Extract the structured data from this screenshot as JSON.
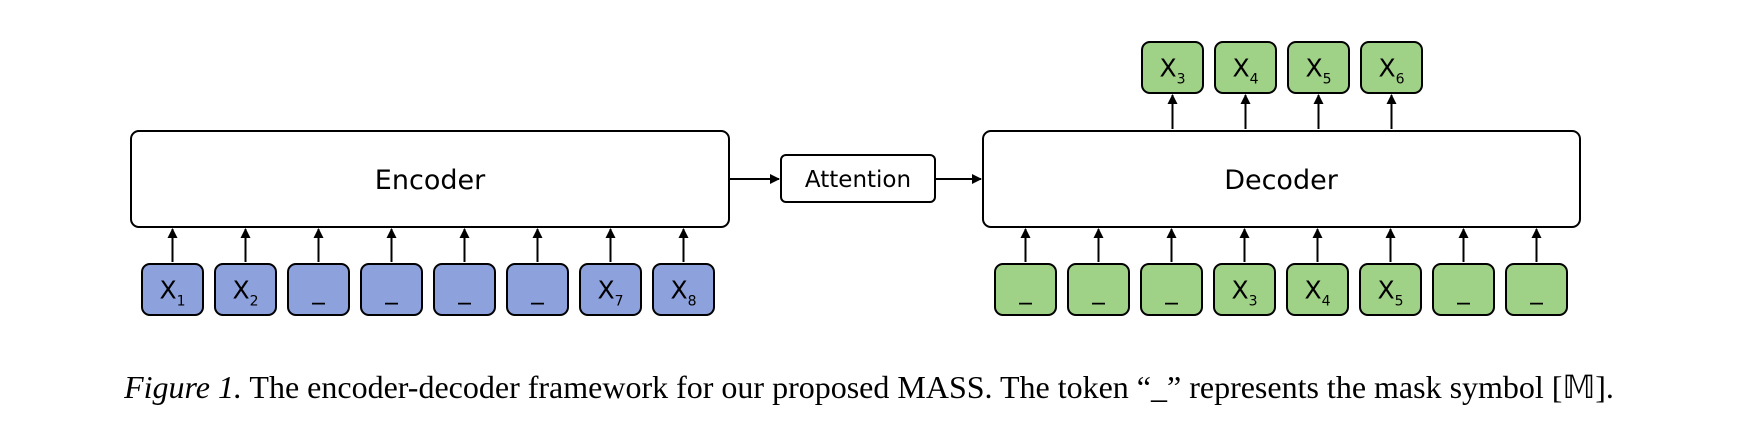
{
  "encoder": {
    "label": "Encoder",
    "color": "#8da1dc",
    "inputs": [
      {
        "base": "X",
        "sub": "1"
      },
      {
        "base": "X",
        "sub": "2"
      },
      {
        "base": "_",
        "sub": ""
      },
      {
        "base": "_",
        "sub": ""
      },
      {
        "base": "_",
        "sub": ""
      },
      {
        "base": "_",
        "sub": ""
      },
      {
        "base": "X",
        "sub": "7"
      },
      {
        "base": "X",
        "sub": "8"
      }
    ]
  },
  "attention": {
    "label": "Attention"
  },
  "decoder": {
    "label": "Decoder",
    "color": "#9fd186",
    "inputs": [
      {
        "base": "_",
        "sub": ""
      },
      {
        "base": "_",
        "sub": ""
      },
      {
        "base": "_",
        "sub": ""
      },
      {
        "base": "X",
        "sub": "3"
      },
      {
        "base": "X",
        "sub": "4"
      },
      {
        "base": "X",
        "sub": "5"
      },
      {
        "base": "_",
        "sub": ""
      },
      {
        "base": "_",
        "sub": ""
      }
    ],
    "outputs": [
      {
        "base": "X",
        "sub": "3"
      },
      {
        "base": "X",
        "sub": "4"
      },
      {
        "base": "X",
        "sub": "5"
      },
      {
        "base": "X",
        "sub": "6"
      }
    ]
  },
  "caption": {
    "figure_label": "Figure 1.",
    "text": "The encoder-decoder framework for our proposed MASS. The token “_” represents the mask symbol [𝕄]."
  }
}
